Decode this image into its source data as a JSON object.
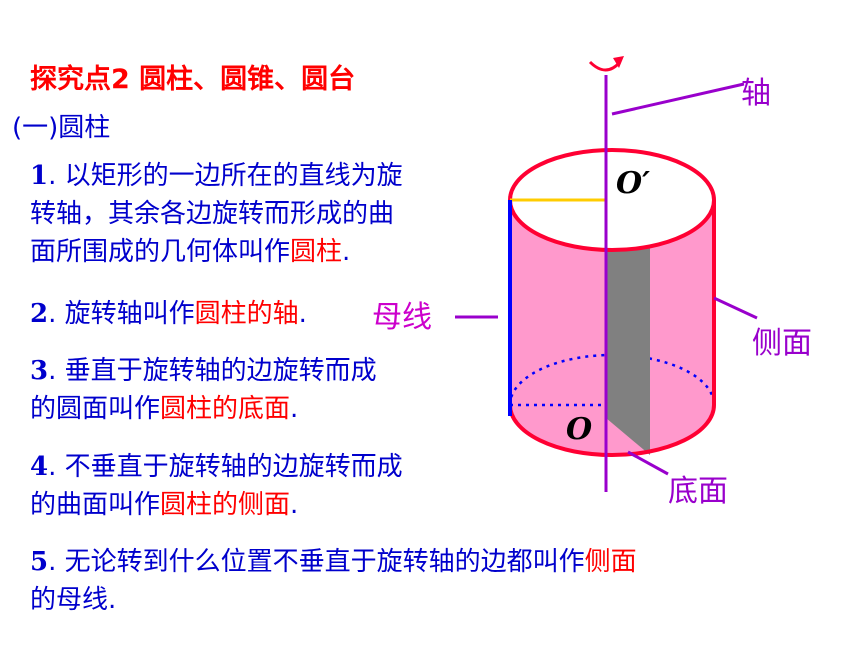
{
  "colors": {
    "heading": "#ff0000",
    "body_text": "#0000cc",
    "highlight": "#ff0000",
    "label_purple": "#9900cc",
    "label_magenta": "#cc00cc",
    "cylinder_fill": "#ff99cc",
    "cylinder_edge": "#ff0033",
    "section_gray": "#808080",
    "radius_line": "#ffcc00",
    "generatrix": "#0000ff"
  },
  "heading": {
    "title": "探究点2  圆柱、圆锥、圆台"
  },
  "subsection": {
    "title": "(一)圆柱"
  },
  "items": [
    {
      "num": "1",
      "lines": [
        [
          {
            "t": ". 以矩形的一边所在的直线为旋",
            "hl": false
          }
        ],
        [
          {
            "t": "转轴，其余各边旋转而形成的曲",
            "hl": false
          }
        ],
        [
          {
            "t": "面所围成的几何体叫作",
            "hl": false
          },
          {
            "t": "圆柱",
            "hl": true
          },
          {
            "t": ".",
            "hl": false
          }
        ]
      ]
    },
    {
      "num": "2",
      "lines": [
        [
          {
            "t": ". 旋转轴叫作",
            "hl": false
          },
          {
            "t": "圆柱的轴",
            "hl": true
          },
          {
            "t": ".",
            "hl": false
          }
        ]
      ]
    },
    {
      "num": "3",
      "lines": [
        [
          {
            "t": ". 垂直于旋转轴的边旋转而成",
            "hl": false
          }
        ],
        [
          {
            "t": "的圆面叫作",
            "hl": false
          },
          {
            "t": "圆柱的底面",
            "hl": true
          },
          {
            "t": ".",
            "hl": false
          }
        ]
      ]
    },
    {
      "num": "4",
      "lines": [
        [
          {
            "t": ". 不垂直于旋转轴的边旋转而成",
            "hl": false
          }
        ],
        [
          {
            "t": "的曲面叫作",
            "hl": false
          },
          {
            "t": "圆柱的侧面",
            "hl": true
          },
          {
            "t": ".",
            "hl": false
          }
        ]
      ]
    },
    {
      "num": "5",
      "lines": [
        [
          {
            "t": ". 无论转到什么位置不垂直于旋转轴的边都叫作",
            "hl": false
          },
          {
            "t": "侧面",
            "hl": true
          }
        ],
        [
          {
            "t": "的母线",
            "hl": false
          },
          {
            "t": ".",
            "hl": false
          }
        ]
      ]
    }
  ],
  "diagram_labels": {
    "axis": "轴",
    "generatrix": "母线",
    "lateral_surface": "侧面",
    "base": "底面",
    "top_center": "O′",
    "bottom_center": "O"
  }
}
